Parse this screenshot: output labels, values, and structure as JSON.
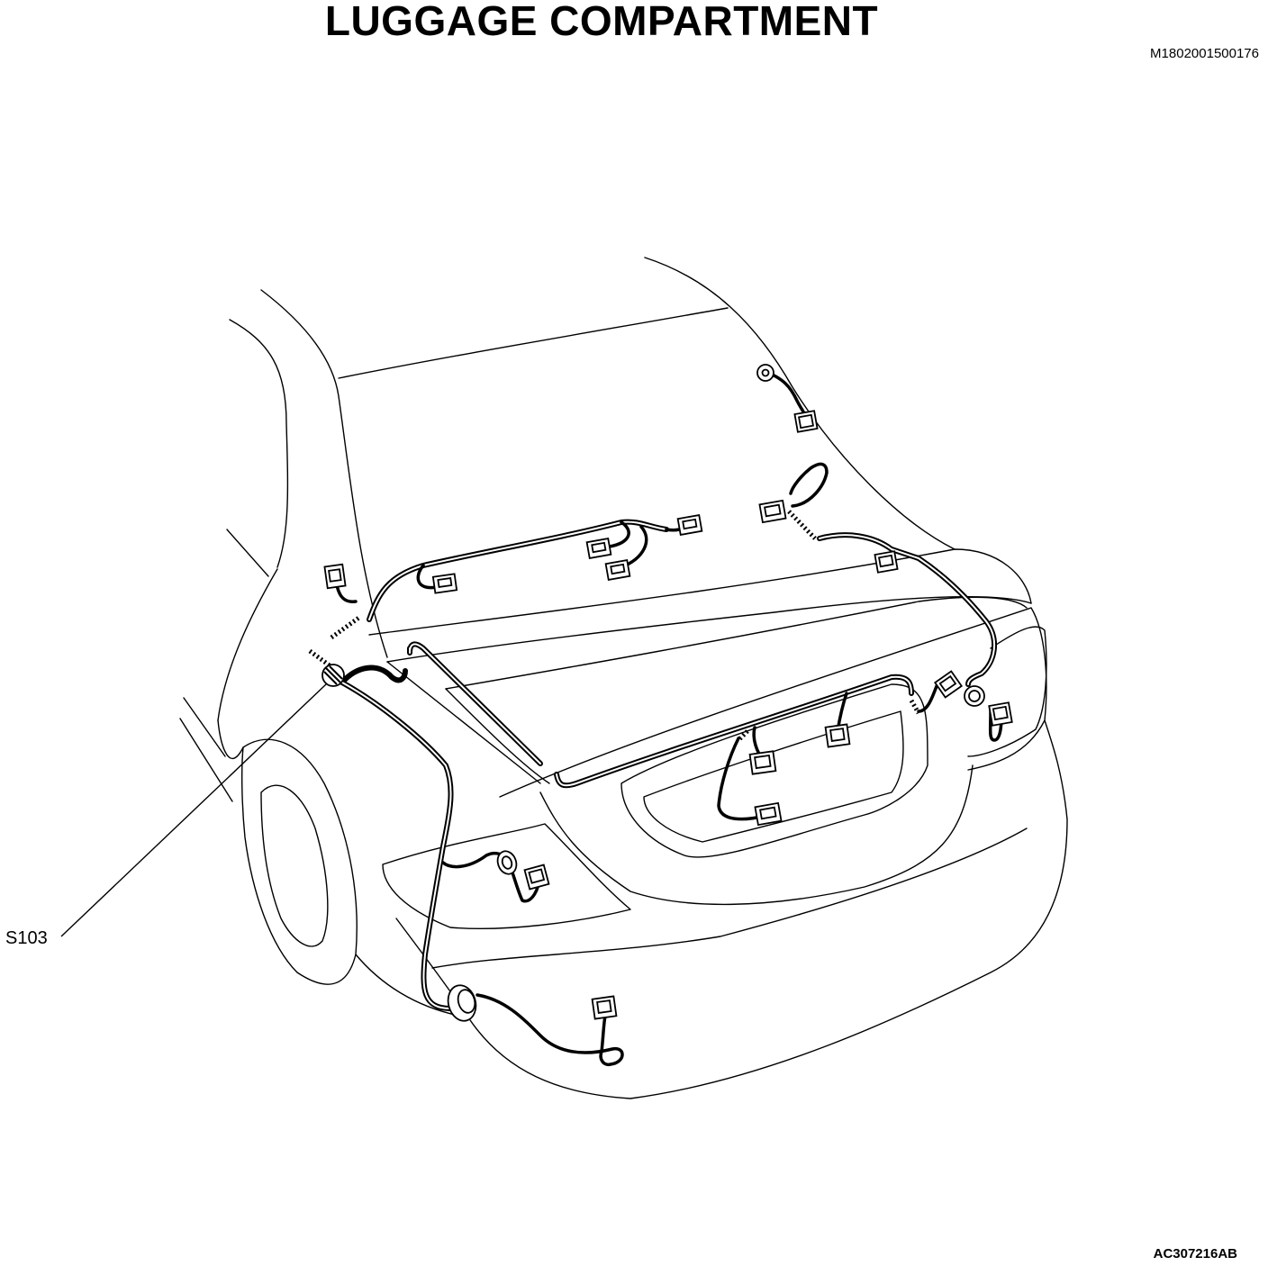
{
  "header": {
    "title": "LUGGAGE COMPARTMENT",
    "doc_id": "M1802001500176"
  },
  "callouts": {
    "splice_label": "S103"
  },
  "footer": {
    "figure_id": "AC307216AB"
  }
}
